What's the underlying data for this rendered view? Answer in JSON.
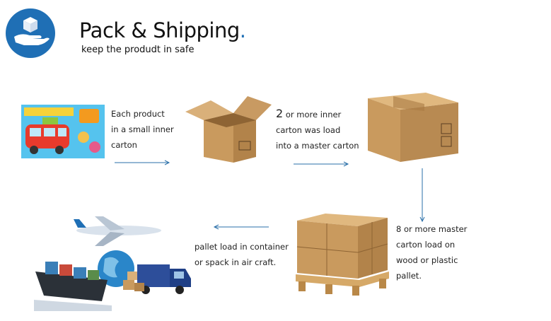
{
  "header": {
    "title_main": "Pack & Shipping",
    "title_dot": ".",
    "subtitle": "keep the produdt in safe"
  },
  "steps": {
    "step1": [
      "Each product",
      "in a small inner",
      "carton"
    ],
    "step2_num": "2",
    "step2": [
      " or more inner",
      "carton was load",
      "into a master carton"
    ],
    "step3": [
      "8 or more master",
      "carton load on",
      "wood or plastic",
      "pallet."
    ],
    "step4": [
      "pallet load in container",
      "or spack in air craft."
    ]
  },
  "colors": {
    "accent": "#1f6fb5",
    "arrow": "#2a6fa8",
    "cardboard": "#c99a5e"
  },
  "icons": [
    "box-icon",
    "hand-icon",
    "airplane-icon",
    "open-box-icon",
    "closed-box-icon",
    "pallet-icon",
    "cargo-ship-icon",
    "globe-icon",
    "truck-icon"
  ]
}
